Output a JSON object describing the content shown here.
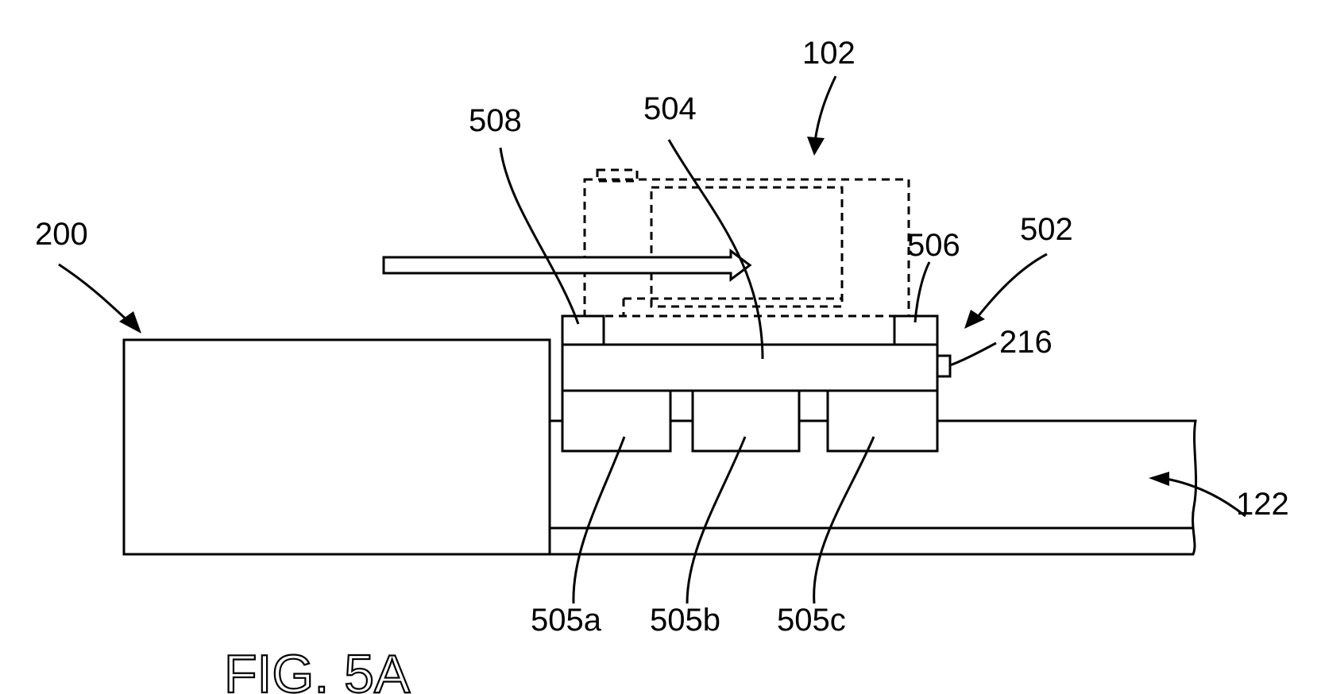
{
  "figure": {
    "title": "FIG. 5A",
    "labels": {
      "ref_102": "102",
      "ref_200": "200",
      "ref_508": "508",
      "ref_504": "504",
      "ref_506": "506",
      "ref_502": "502",
      "ref_216": "216",
      "ref_122": "122",
      "ref_505a": "505a",
      "ref_505b": "505b",
      "ref_505c": "505c"
    },
    "colors": {
      "ink": "#000000",
      "paper": "#ffffff"
    }
  }
}
